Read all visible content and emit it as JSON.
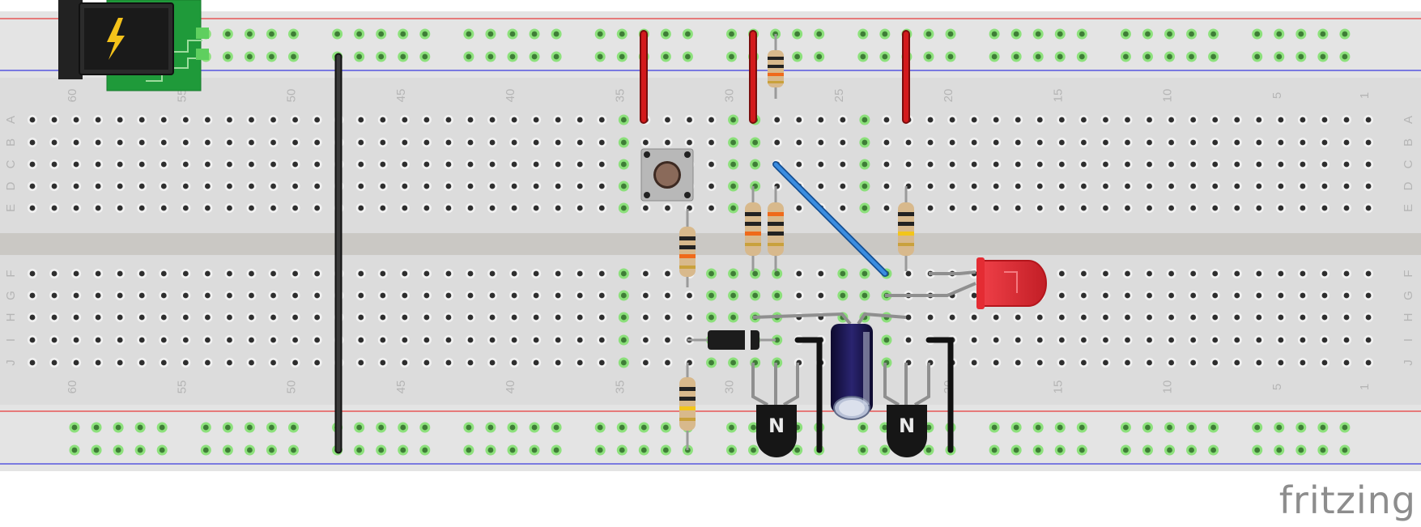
{
  "app": {
    "brand": "fritzing"
  },
  "breadboard": {
    "column_labels": [
      "60",
      "55",
      "50",
      "45",
      "40",
      "35",
      "30",
      "25",
      "20",
      "15",
      "10",
      "5",
      "1"
    ],
    "row_labels_top": [
      "A",
      "B",
      "C",
      "D",
      "E"
    ],
    "row_labels_bottom": [
      "F",
      "G",
      "H",
      "I",
      "J"
    ]
  },
  "colors": {
    "board": "#d9d9d9",
    "board_light": "#e6e6e6",
    "trench": "#c9c7c3",
    "rail_red": "#e83a3a",
    "rail_blue": "#3b3bdd",
    "hole": "#3a3a3a",
    "hole_active": "#6fd35e",
    "wire_red": "#c8191b",
    "wire_black": "#2b2b2b",
    "wire_blue": "#2f7fd6",
    "led": "#e8343a",
    "pcb_green": "#1f9a3a"
  },
  "components": {
    "power_jack": {
      "icon": "lightning-bolt-icon"
    },
    "transistor_left": {
      "label": "N"
    },
    "transistor_right": {
      "label": "N"
    }
  }
}
